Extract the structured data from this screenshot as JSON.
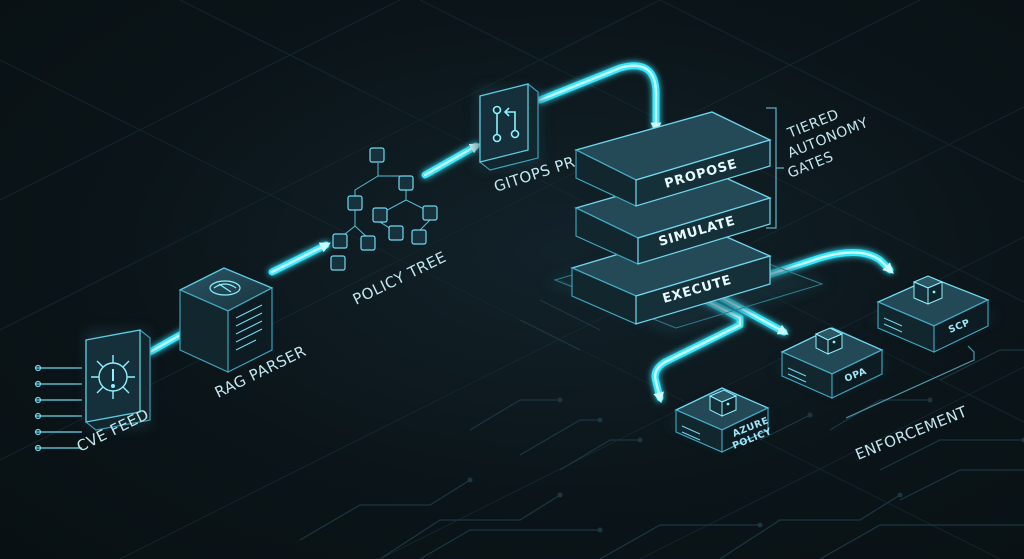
{
  "nodes": {
    "cve_feed": "CVE FEED",
    "rag_parser": "RAG PARSER",
    "policy_tree": "POLICY TREE",
    "gitops_pr": "GITOPS PR"
  },
  "tiers": {
    "propose": "PROPOSE",
    "simulate": "SIMULATE",
    "execute": "EXECUTE",
    "caption_lines": [
      "TIERED",
      "AUTONOMY",
      "GATES"
    ]
  },
  "enforcement": {
    "label": "ENFORCEMENT",
    "azure_policy_lines": [
      "AZURE",
      "POLICY"
    ],
    "opa": "OPA",
    "scp": "SCP"
  },
  "colors": {
    "accent": "#38e8ff",
    "background": "#0b1419"
  }
}
